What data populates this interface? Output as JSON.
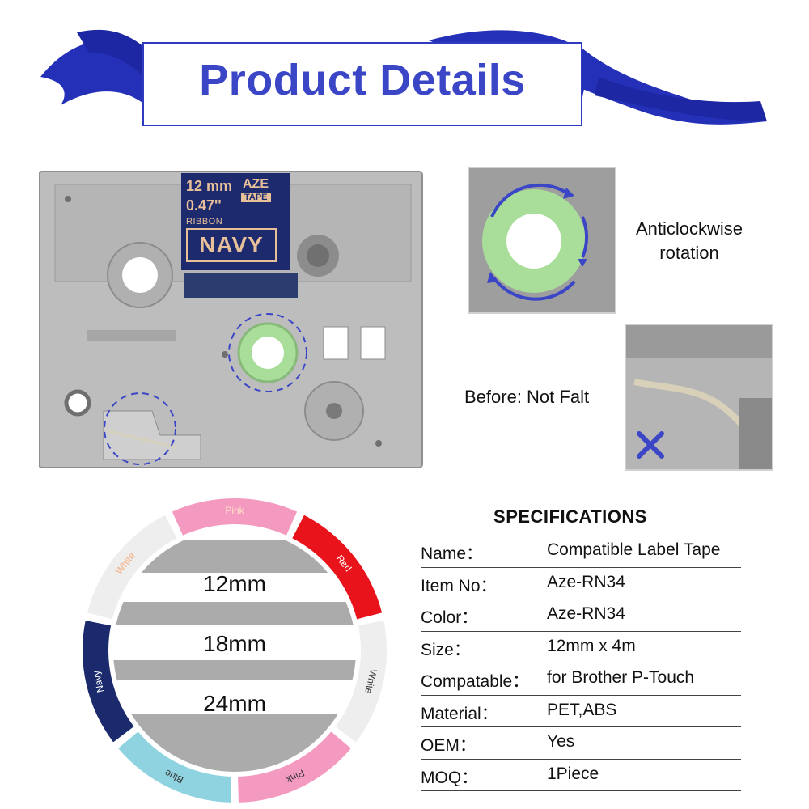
{
  "header": {
    "title": "Product Details"
  },
  "tape_label": {
    "width_mm": "12 mm",
    "width_in": "0.47''",
    "type": "RIBBON",
    "brand_line1": "AZE",
    "brand_line2": "TAPE",
    "color": "NAVY"
  },
  "photos": {
    "rotation_caption_line1": "Anticlockwise",
    "rotation_caption_line2": "rotation",
    "flat_caption": "Before: Not Falt"
  },
  "ring": {
    "sizes": [
      "12mm",
      "18mm",
      "24mm"
    ],
    "segments": [
      {
        "label": "Pink",
        "color": "#f49ac1",
        "text_color": "#ffe0c8"
      },
      {
        "label": "Red",
        "color": "#e8131b",
        "text_color": "#ffffff"
      },
      {
        "label": "White",
        "color": "#eeeeee",
        "text_color": "#333333"
      },
      {
        "label": "Pink",
        "color": "#f49ac1",
        "text_color": "#333333"
      },
      {
        "label": "Blue",
        "color": "#8fd3e0",
        "text_color": "#333333"
      },
      {
        "label": "Navy",
        "color": "#1a2a6c",
        "text_color": "#ffffff"
      },
      {
        "label": "White",
        "color": "#eeeeee",
        "text_color": "#f4b183"
      }
    ]
  },
  "specs": {
    "title": "SPECIFICATIONS",
    "rows": [
      {
        "key": "Name：",
        "value": "Compatible Label Tape"
      },
      {
        "key": "Item No：",
        "value": "Aze-RN34"
      },
      {
        "key": "Color：",
        "value": "Aze-RN34"
      },
      {
        "key": "Size：",
        "value": "12mm x 4m"
      },
      {
        "key": "Compatable：",
        "value": "for Brother P-Touch"
      },
      {
        "key": "Material：",
        "value": "PET,ABS"
      },
      {
        "key": "OEM：",
        "value": "Yes"
      },
      {
        "key": "MOQ：",
        "value": "1Piece"
      }
    ]
  },
  "colors": {
    "accent": "#3a46c6",
    "ribbon": "#2530b8",
    "cassette": "#b9b9b9",
    "tape_navy": "#1d2a6e",
    "tape_text": "#e7c09a",
    "spool_green": "#a9dd9a"
  },
  "icons": {
    "ribbon": "ribbon-banner",
    "highlight_circle": "dashed-circle",
    "rotation_arrows": "anticlockwise-arrows",
    "reject_mark": "x-mark"
  }
}
